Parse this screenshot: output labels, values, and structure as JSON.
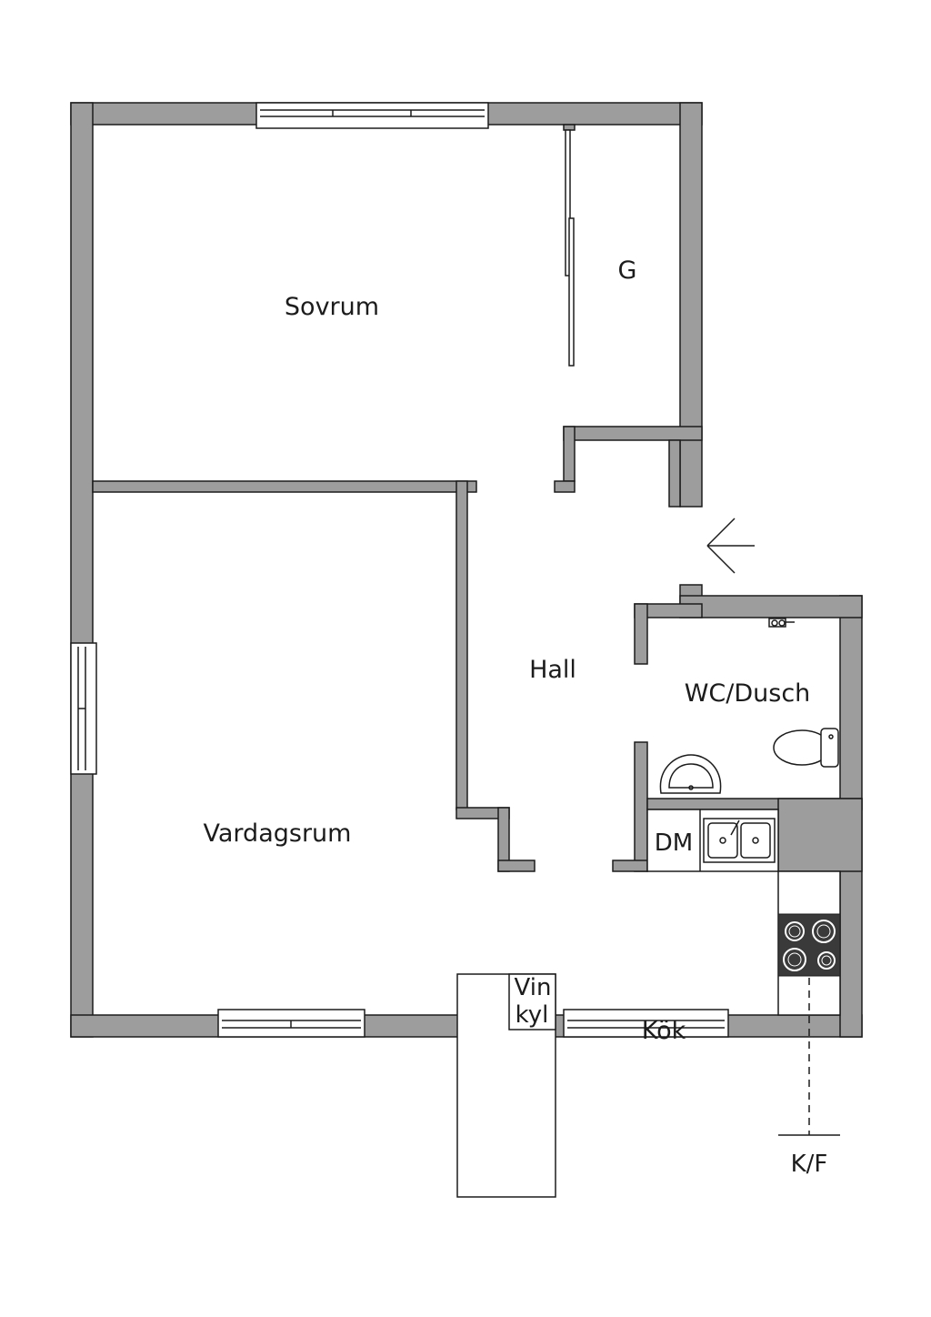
{
  "floorplan": {
    "rooms": {
      "sovrum": "Sovrum",
      "g": "G",
      "hall": "Hall",
      "wc_dusch": "WC/Dusch",
      "vardagsrum": "Vardagsrum",
      "kok": "Kök"
    },
    "fixtures": {
      "dm": "DM",
      "vinkyl_line1": "Vin",
      "vinkyl_line2": "kyl",
      "kf": "K/F"
    },
    "icons": {
      "entrance": "entrance-arrow-icon",
      "toilet": "toilet-icon",
      "washbasin": "washbasin-icon",
      "sink": "double-sink-icon",
      "stove": "stove-icon",
      "shower": "shower-icon"
    },
    "colors": {
      "wall": "#9d9d9d",
      "line": "#1c1c1c",
      "stove": "#3a3a3a"
    }
  }
}
